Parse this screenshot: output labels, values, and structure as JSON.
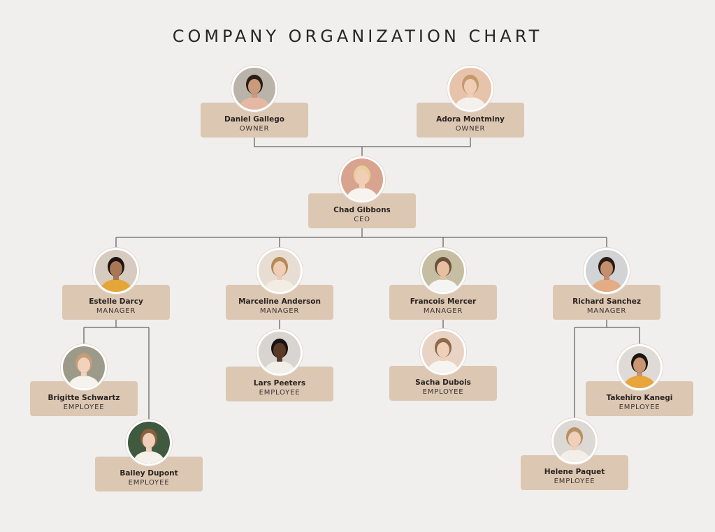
{
  "title": "COMPANY ORGANIZATION CHART",
  "people": [
    {
      "id": "daniel",
      "name": "Daniel Gallego",
      "role": "OWNER",
      "bg": "#b9b3aa",
      "skin": "#c99a7b",
      "hair": "#2a1d15",
      "shirt": "#e4b8a4"
    },
    {
      "id": "adora",
      "name": "Adora Montminy",
      "role": "OWNER",
      "bg": "#e7c3ac",
      "skin": "#f0cdb5",
      "hair": "#c49a6c",
      "shirt": "#f4f1ec"
    },
    {
      "id": "chad",
      "name": "Chad Gibbons",
      "role": "CEO",
      "bg": "#d9a48f",
      "skin": "#f1cfb7",
      "hair": "#e7cf9a",
      "shirt": "#f7f4ef"
    },
    {
      "id": "estelle",
      "name": "Estelle Darcy",
      "role": "MANAGER",
      "bg": "#d6cbc0",
      "skin": "#a87855",
      "hair": "#1d1411",
      "shirt": "#e6a537"
    },
    {
      "id": "marceline",
      "name": "Marceline Anderson",
      "role": "MANAGER",
      "bg": "#e7ddd3",
      "skin": "#efcdb6",
      "hair": "#b48a55",
      "shirt": "#f2ece2"
    },
    {
      "id": "francois",
      "name": "Francois Mercer",
      "role": "MANAGER",
      "bg": "#c6bea2",
      "skin": "#e7bfa3",
      "hair": "#6b5138",
      "shirt": "#f4f4f2"
    },
    {
      "id": "richard",
      "name": "Richard Sanchez",
      "role": "MANAGER",
      "bg": "#d1d3d5",
      "skin": "#c58f6d",
      "hair": "#2a1c14",
      "shirt": "#e3ac84"
    },
    {
      "id": "brigitte",
      "name": "Brigitte Schwartz",
      "role": "EMPLOYEE",
      "bg": "#9c9b8a",
      "skin": "#f1d2bd",
      "hair": "#c79d76",
      "shirt": "#f6f3ee"
    },
    {
      "id": "bailey",
      "name": "Bailey Dupont",
      "role": "EMPLOYEE",
      "bg": "#3f5a3f",
      "skin": "#efcfb9",
      "hair": "#8a5f3c",
      "shirt": "#f5f1ea"
    },
    {
      "id": "lars",
      "name": "Lars Peeters",
      "role": "EMPLOYEE",
      "bg": "#d8d5d1",
      "skin": "#5a3a26",
      "hair": "#171210",
      "shirt": "#f2efe9"
    },
    {
      "id": "sacha",
      "name": "Sacha Dubois",
      "role": "EMPLOYEE",
      "bg": "#e9d3c4",
      "skin": "#f0cfb8",
      "hair": "#8c6a4a",
      "shirt": "#f6f4f0"
    },
    {
      "id": "takehiro",
      "name": "Takehiro Kanegi",
      "role": "EMPLOYEE",
      "bg": "#dedad5",
      "skin": "#c99572",
      "hair": "#1c1410",
      "shirt": "#e9a43c"
    },
    {
      "id": "helene",
      "name": "Helene Paquet",
      "role": "EMPLOYEE",
      "bg": "#dcd8d3",
      "skin": "#f0d0b9",
      "hair": "#b98f63",
      "shirt": "#f3efe8"
    }
  ]
}
